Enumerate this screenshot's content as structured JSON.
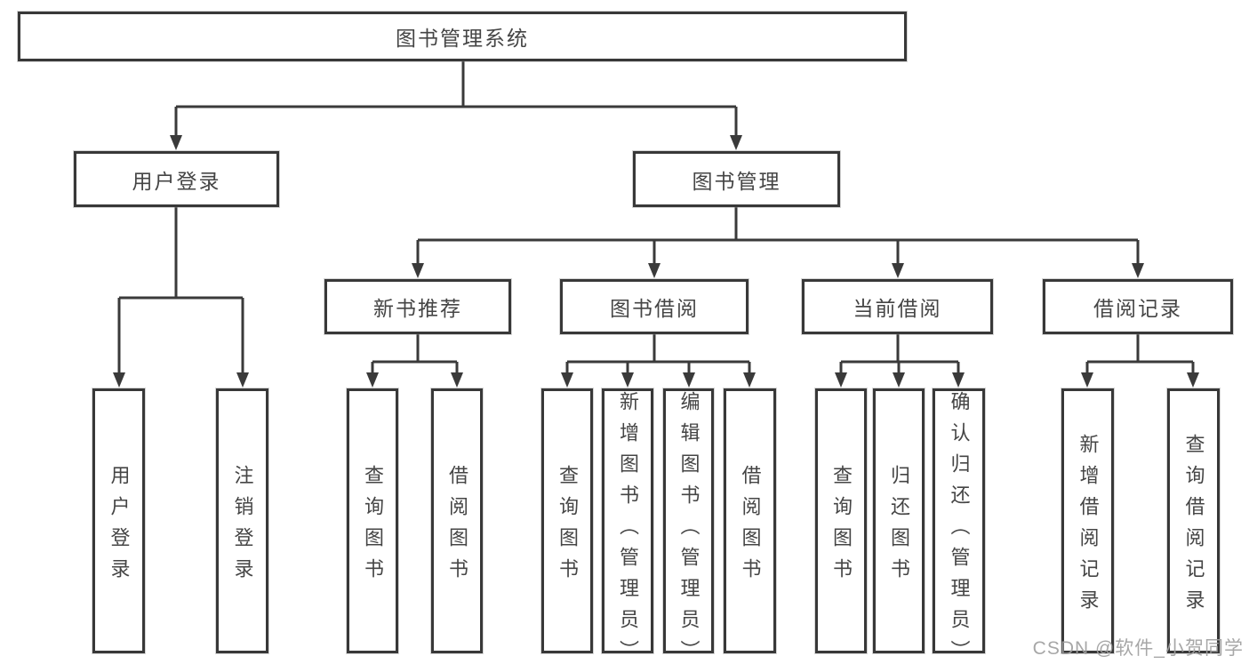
{
  "tree": {
    "label": "图书管理系统",
    "children": [
      {
        "label": "用户登录",
        "children": [
          {
            "label": "用户登录"
          },
          {
            "label": "注销登录"
          }
        ]
      },
      {
        "label": "图书管理",
        "children": [
          {
            "label": "新书推荐",
            "children": [
              {
                "label": "查询图书"
              },
              {
                "label": "借阅图书"
              }
            ]
          },
          {
            "label": "图书借阅",
            "children": [
              {
                "label": "查询图书"
              },
              {
                "label": "新增图书（管理员）"
              },
              {
                "label": "编辑图书（管理员）"
              },
              {
                "label": "借阅图书"
              }
            ]
          },
          {
            "label": "当前借阅",
            "children": [
              {
                "label": "查询图书"
              },
              {
                "label": "归还图书"
              },
              {
                "label": "确认归还（管理员）"
              }
            ]
          },
          {
            "label": "借阅记录",
            "children": [
              {
                "label": "新增借阅记录"
              },
              {
                "label": "查询借阅记录"
              }
            ]
          }
        ]
      }
    ]
  },
  "watermark": "CSDN @软件_小贺同学",
  "colors": {
    "background": "#ffffff",
    "box_border": "#383838",
    "connector_line": "#3a3a3a",
    "text": "#454545",
    "watermark_text": "#a0a0a0"
  }
}
